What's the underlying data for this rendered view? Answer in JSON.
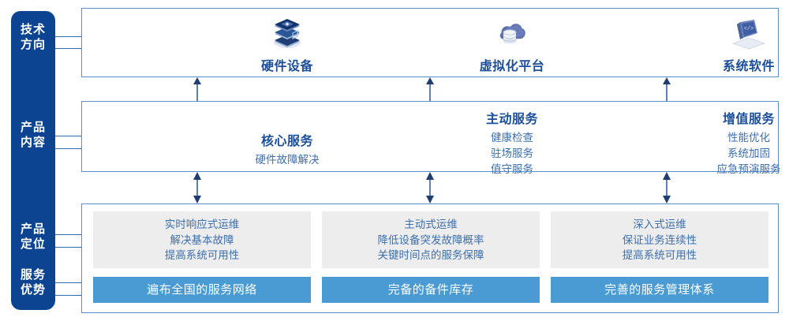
{
  "theme": {
    "rail_bg": "#0C4492",
    "panel_border": "#5B8FCB",
    "heading_blue": "#1B4E9B",
    "body_blue": "#3C6FAE",
    "gray_box": "#EDEDED",
    "bar_blue": "#4A9BD4",
    "arrow_navy": "#1F3E73"
  },
  "rail": {
    "labels": [
      {
        "line1": "技术",
        "line2": "方向"
      },
      {
        "line1": "产品",
        "line2": "内容"
      },
      {
        "line1": "产品",
        "line2": "定位"
      },
      {
        "line1": "服务",
        "line2": "优势"
      }
    ]
  },
  "tech_direction": {
    "items": [
      {
        "icon": "server-stack-icon",
        "title": "硬件设备"
      },
      {
        "icon": "cloud-database-icon",
        "title": "虚拟化平台"
      },
      {
        "icon": "laptop-code-icon",
        "title": "系统软件"
      }
    ]
  },
  "product_content": {
    "columns": [
      {
        "heading": "核心服务",
        "items": [
          "硬件故障解决"
        ]
      },
      {
        "heading": "主动服务",
        "items": [
          "健康检查",
          "驻场服务",
          "值守服务"
        ]
      },
      {
        "heading": "增值服务",
        "items": [
          "性能优化",
          "系统加固",
          "应急预演服务"
        ]
      }
    ]
  },
  "product_positioning": {
    "boxes": [
      {
        "lines": [
          "实时响应式运维",
          "解决基本故障",
          "提高系统可用性"
        ]
      },
      {
        "lines": [
          "主动式运维",
          "降低设备突发故障概率",
          "关键时间点的服务保障"
        ]
      },
      {
        "lines": [
          "深入式运维",
          "保证业务连续性",
          "提高系统可用性"
        ]
      }
    ]
  },
  "service_advantages": {
    "bars": [
      {
        "label": "遍布全国的服务网络"
      },
      {
        "label": "完备的备件库存"
      },
      {
        "label": "完善的服务管理体系"
      }
    ]
  }
}
